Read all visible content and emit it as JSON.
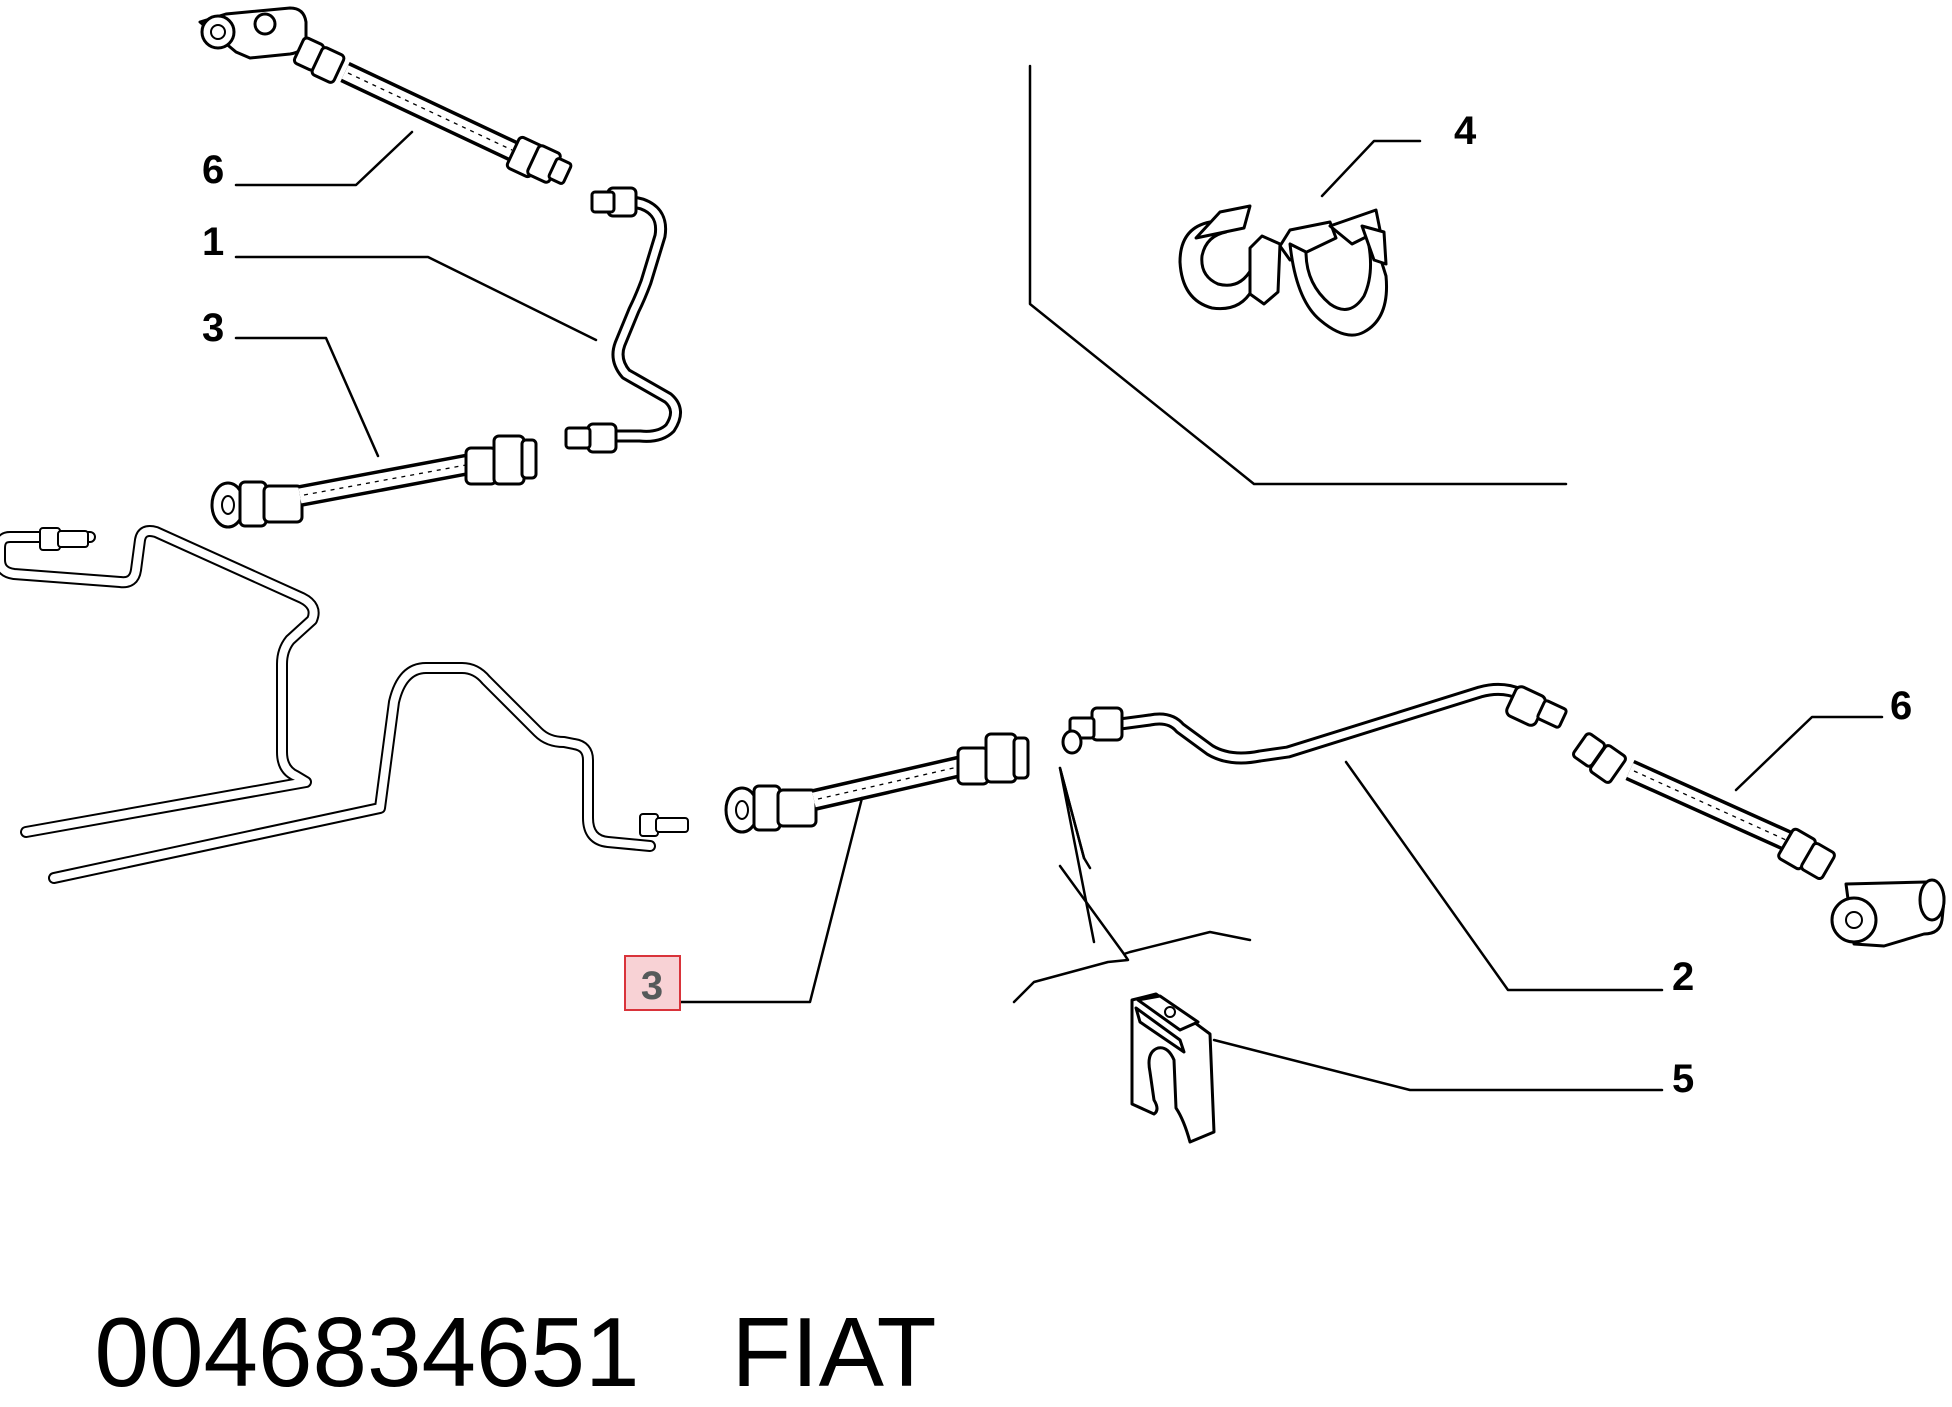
{
  "callouts": {
    "c6_top": "6",
    "c1": "1",
    "c3_top": "3",
    "c4": "4",
    "c6_right": "6",
    "c3_highlight": "3",
    "c2": "2",
    "c5": "5"
  },
  "caption": {
    "part_number": "0046834651",
    "brand": "FIAT"
  },
  "colors": {
    "highlight_fill": "#f8d2d5",
    "highlight_border": "#d9333a",
    "highlight_text": "#555a5a"
  }
}
